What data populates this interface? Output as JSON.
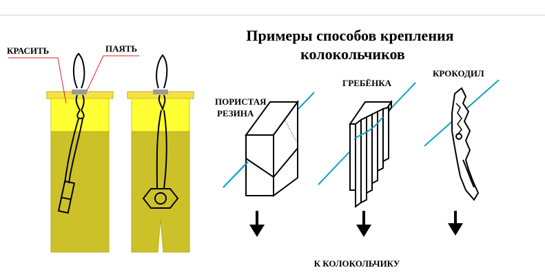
{
  "title": {
    "line1": "Примеры способов крепления",
    "line2": "колокольчиков"
  },
  "labels": {
    "paint": "КРАСИТЬ",
    "solder": "ПАЯТЬ",
    "porous_rubber_1": "ПОРИСТАЯ",
    "porous_rubber_2": "РЕЗИНА",
    "comb": "ГРЕБЁНКА",
    "clip": "КРОКОДИЛ",
    "to_bell": "К КОЛОКОЛЬЧИКУ"
  },
  "colors": {
    "tube_light": "#ffff33",
    "tube_dark": "#cdc12a",
    "cap": "#f4e04a",
    "wire": "#0fa3b8",
    "callout_line": "#d22",
    "band": "#9a9a9a"
  }
}
